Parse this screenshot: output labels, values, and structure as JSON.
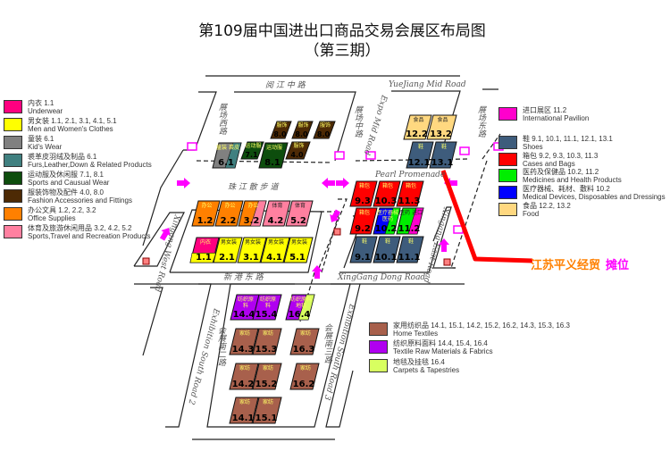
{
  "title": "第109届中国进出口商品交易会展区布局图",
  "subtitle": "（第三期）",
  "annotation": {
    "company": "江苏平义经贸",
    "booth": "摊位"
  },
  "roads": {
    "yuejiang_cn": "阅 江 中 路",
    "yuejiang_en": "YueJiang Mid Road",
    "west_cn": "展场西路",
    "mid_cn": "展场中路",
    "mid_en": "Expo Mid Road",
    "east_cn": "展场东路",
    "pearl_cn": "珠 江 散 步 道",
    "pearl_en": "Pearl Promenade",
    "xingang_cn": "新 港 东 路",
    "xingang_en": "XingGang Dong Road",
    "west_road_en": "Xingang West Road",
    "east_road_en": "Xingang East Road",
    "south2_cn": "会展南二路",
    "south2_en": "Exhibition South Road 2",
    "south3_cn": "会展南三路",
    "south3_en": "Exhibition South Road 3"
  },
  "colors": {
    "underwear": "#ff0080",
    "clothes": "#ffff00",
    "kids": "#808080",
    "fur": "#408080",
    "sports": "#0d4d0d",
    "fashion": "#4d2a05",
    "office": "#ff8000",
    "recreation": "#ff80a0",
    "intl": "#ff00cc",
    "shoes": "#3e5c7c",
    "cases": "#ff0000",
    "medicine": "#00ee00",
    "medical": "#0000ff",
    "food": "#ffd880",
    "home": "#a8604c",
    "textile": "#b000f0",
    "carpet": "#d8ff60",
    "accent_line": "#ff0000",
    "arrow": "#ff00ff"
  },
  "legend_left": [
    {
      "cn": "内衣 1.1",
      "en": "Underwear",
      "color": "underwear"
    },
    {
      "cn": "男女装 1.1, 2.1, 3.1, 4.1, 5.1",
      "en": "Men and Women's Clothes",
      "color": "clothes"
    },
    {
      "cn": "童装 6.1",
      "en": "Kid's Wear",
      "color": "kids"
    },
    {
      "cn": "裘革皮羽绒及制品 6.1",
      "en": "Furs,Leather,Down & Related Products",
      "color": "fur"
    },
    {
      "cn": "运动服及休闲服 7.1, 8.1",
      "en": "Sports and Causual Wear",
      "color": "sports"
    },
    {
      "cn": "服装饰物及配件 4.0, 8.0",
      "en": "Fashion Accessories and Fittings",
      "color": "fashion"
    },
    {
      "cn": "办公文具 1.2, 2.2, 3.2",
      "en": "Office Supplies",
      "color": "office"
    },
    {
      "cn": "体育及旅游休闲用品 3.2, 4.2, 5.2",
      "en": "Sports,Travel and Recreation Products",
      "color": "recreation"
    }
  ],
  "legend_right": [
    {
      "cn": "进口展区  11.2",
      "en": "International Pavilion",
      "color": "intl"
    },
    {
      "cn": "鞋 9.1, 10.1, 11.1, 12.1, 13.1",
      "en": "Shoes",
      "color": "shoes"
    },
    {
      "cn": "箱包 9.2, 9.3, 10.3, 11.3",
      "en": "Cases and Bags",
      "color": "cases"
    },
    {
      "cn": "医药及保健品 10.2, 11.2",
      "en": "Medicines and Health Products",
      "color": "medicine"
    },
    {
      "cn": "医疗器械、耗材、敷料 10.2",
      "en": "Medical Devices, Disposables and Dressings",
      "color": "medical"
    },
    {
      "cn": "食品 12.2, 13.2",
      "en": "Food",
      "color": "food"
    }
  ],
  "legend_bottom": [
    {
      "cn": "家用纺织品   14.1, 15.1, 14.2, 15.2, 16.2, 14.3, 15.3, 16.3",
      "en": "Home Textiles",
      "color": "home"
    },
    {
      "cn": "纺织原料面料 14.4, 15.4, 16.4",
      "en": "Textile Raw Materials & Fabrics",
      "color": "textile"
    },
    {
      "cn": "地毯及挂毯   16.4",
      "en": "Carpets & Tapestries",
      "color": "carpet"
    }
  ],
  "booths": [
    {
      "num": "8.0",
      "label": "服饰",
      "colors": [
        "fashion"
      ]
    },
    {
      "num": "8.0",
      "label": "服饰",
      "colors": [
        "fashion"
      ]
    },
    {
      "num": "8.0",
      "label": "服饰",
      "colors": [
        "fashion"
      ]
    },
    {
      "num": "4.0",
      "label": "服饰",
      "colors": [
        "fashion"
      ]
    },
    {
      "num": "6.1",
      "label": "童装 裘皮",
      "colors": [
        "kids",
        "fur"
      ]
    },
    {
      "num": "7.1",
      "label": "运动服",
      "colors": [
        "sports"
      ]
    },
    {
      "num": "8.1",
      "label": "运动服",
      "colors": [
        "sports"
      ]
    },
    {
      "num": "12.2",
      "label": "食品",
      "colors": [
        "food"
      ]
    },
    {
      "num": "13.2",
      "label": "食品",
      "colors": [
        "food"
      ]
    },
    {
      "num": "12.1",
      "label": "鞋",
      "colors": [
        "shoes"
      ]
    },
    {
      "num": "13.1",
      "label": "鞋",
      "colors": [
        "shoes"
      ]
    },
    {
      "num": "1.2",
      "label": "办公",
      "colors": [
        "office"
      ]
    },
    {
      "num": "2.2",
      "label": "办公",
      "colors": [
        "office"
      ]
    },
    {
      "num": "3.2",
      "label": "办公",
      "colors": [
        "office",
        "recreation"
      ]
    },
    {
      "num": "4.2",
      "label": "体育",
      "colors": [
        "recreation"
      ]
    },
    {
      "num": "5.2",
      "label": "体育",
      "colors": [
        "recreation"
      ]
    },
    {
      "num": "1.1",
      "label": "内衣",
      "colors": [
        "underwear",
        "clothes"
      ]
    },
    {
      "num": "2.1",
      "label": "男女装",
      "colors": [
        "clothes"
      ]
    },
    {
      "num": "3.1",
      "label": "男女装",
      "colors": [
        "clothes"
      ]
    },
    {
      "num": "4.1",
      "label": "男女装",
      "colors": [
        "clothes"
      ]
    },
    {
      "num": "5.1",
      "label": "男女装",
      "colors": [
        "clothes"
      ]
    },
    {
      "num": "9.3",
      "label": "箱包",
      "colors": [
        "cases"
      ]
    },
    {
      "num": "10.3",
      "label": "箱包",
      "colors": [
        "cases"
      ]
    },
    {
      "num": "11.3",
      "label": "箱包",
      "colors": [
        "cases"
      ]
    },
    {
      "num": "9.2",
      "label": "箱包",
      "colors": [
        "cases"
      ]
    },
    {
      "num": "10.2",
      "label": "医疗器械 医药",
      "colors": [
        "medical",
        "medicine"
      ]
    },
    {
      "num": "11.2",
      "label": "医药 进口",
      "colors": [
        "medicine",
        "intl"
      ]
    },
    {
      "num": "9.1",
      "label": "鞋",
      "colors": [
        "shoes"
      ]
    },
    {
      "num": "10.1",
      "label": "鞋",
      "colors": [
        "shoes"
      ]
    },
    {
      "num": "11.1",
      "label": "鞋",
      "colors": [
        "shoes"
      ]
    },
    {
      "num": "14.4",
      "label": "纺织原料",
      "colors": [
        "textile"
      ]
    },
    {
      "num": "15.4",
      "label": "纺织原料",
      "colors": [
        "textile"
      ]
    },
    {
      "num": "16.4",
      "label": "纺织原料 地毯",
      "colors": [
        "textile",
        "carpet"
      ]
    },
    {
      "num": "14.3",
      "label": "家纺",
      "colors": [
        "home"
      ]
    },
    {
      "num": "15.3",
      "label": "家纺",
      "colors": [
        "home"
      ]
    },
    {
      "num": "16.3",
      "label": "家纺",
      "colors": [
        "home"
      ]
    },
    {
      "num": "14.2",
      "label": "家纺",
      "colors": [
        "home"
      ]
    },
    {
      "num": "15.2",
      "label": "家纺",
      "colors": [
        "home"
      ]
    },
    {
      "num": "16.2",
      "label": "家纺",
      "colors": [
        "home"
      ]
    },
    {
      "num": "14.1",
      "label": "家纺",
      "colors": [
        "home"
      ]
    },
    {
      "num": "15.1",
      "label": "家纺",
      "colors": [
        "home"
      ]
    }
  ]
}
